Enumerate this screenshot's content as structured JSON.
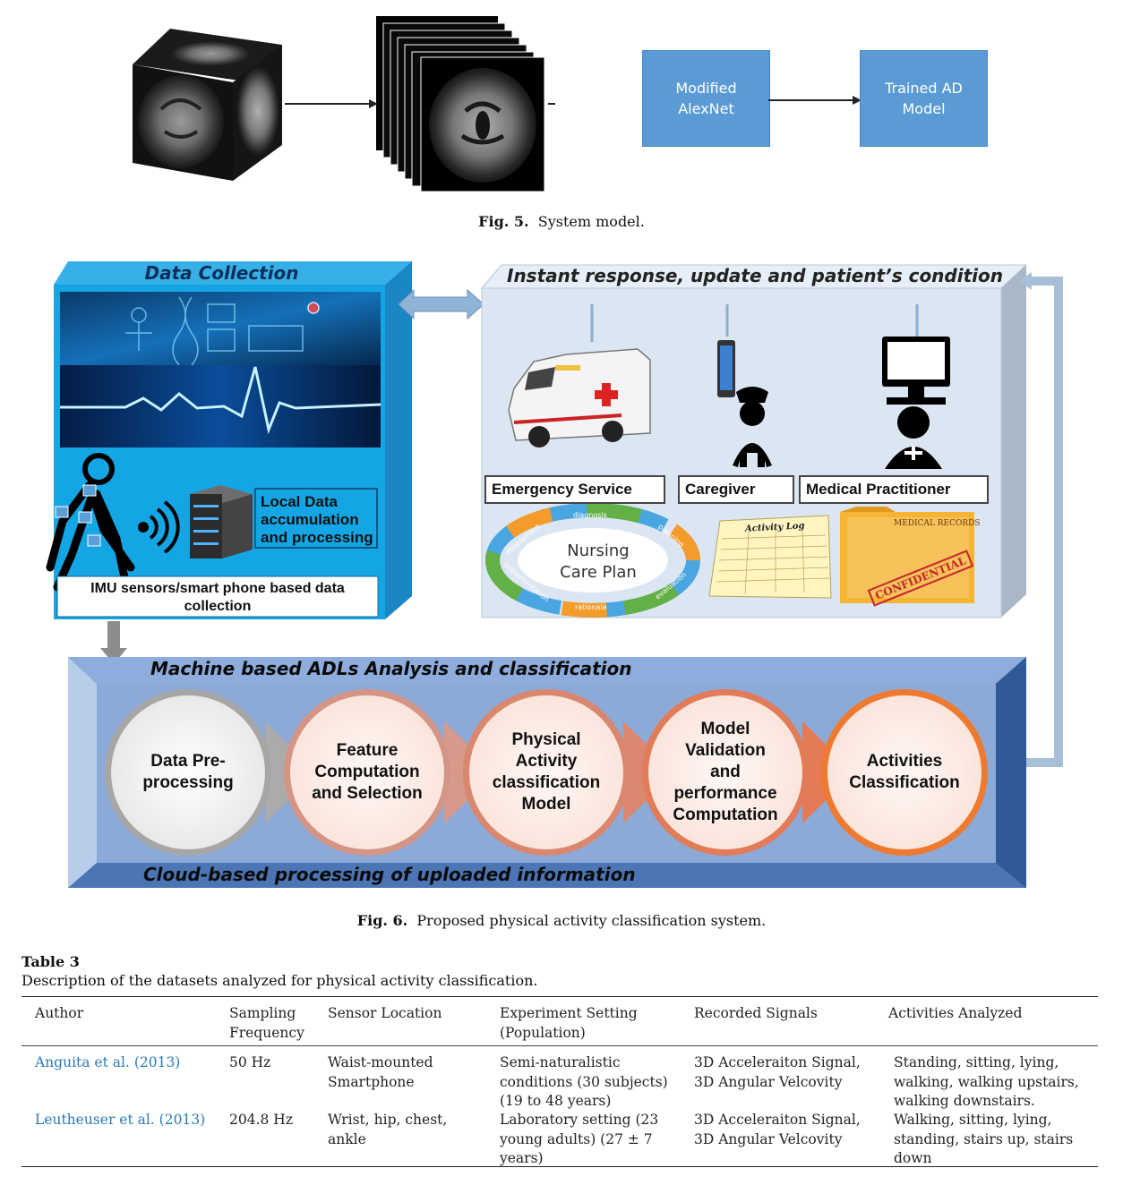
{
  "fig5": {
    "box1": [
      "Modified",
      "AlexNet"
    ],
    "box2": [
      "Trained AD",
      "Model"
    ],
    "caption_label": "Fig. 5.",
    "caption_text": "System model."
  },
  "fig6": {
    "data_collection_title": "Data Collection",
    "local_data": [
      "Local Data",
      "accumulation",
      "and processing"
    ],
    "imu_caption": [
      "IMU sensors/smart phone based data",
      "collection"
    ],
    "instant_title": "Instant response, update and patient’s condition",
    "emergency": "Emergency Service",
    "caregiver": "Caregiver",
    "practitioner": "Medical Practitioner",
    "nursing": [
      "Nursing",
      "Care Plan"
    ],
    "ring_words": [
      "diagnosis",
      "planning",
      "evaluation",
      "rationale",
      "implementation",
      "assessment"
    ],
    "activity_log": "Activity Log",
    "medical_records": "MEDICAL RECORDS",
    "confidential": "CONFIDENTIAL",
    "ml_title": "Machine based ADLs Analysis and classification",
    "cloud_title": "Cloud-based processing of uploaded information",
    "steps": [
      [
        "Data Pre-",
        "processing"
      ],
      [
        "Feature",
        "Computation",
        "and Selection"
      ],
      [
        "Physical",
        "Activity",
        "classification",
        "Model"
      ],
      [
        "Model",
        "Validation",
        "and",
        "performance",
        "Computation"
      ],
      [
        "Activities",
        "Classification"
      ]
    ],
    "caption_label": "Fig. 6.",
    "caption_text": "Proposed physical activity classification system."
  },
  "table3": {
    "label": "Table 3",
    "description": "Description of the datasets analyzed for physical activity classification.",
    "headers": [
      [
        "Author"
      ],
      [
        "Sampling",
        "Frequency"
      ],
      [
        "Sensor Location"
      ],
      [
        "Experiment Setting",
        "(Population)"
      ],
      [
        "Recorded Signals"
      ],
      [
        "Activities Analyzed"
      ]
    ],
    "rows": [
      [
        [
          "Anguita et al. (2013)"
        ],
        [
          "50 Hz"
        ],
        [
          "Waist-mounted",
          "Smartphone"
        ],
        [
          "Semi-naturalistic",
          "conditions (30 subjects)",
          "(19 to 48 years)"
        ],
        [
          "3D Acceleraiton Signal,",
          "3D Angular Velcovity"
        ],
        [
          "Standing, sitting, lying,",
          "walking, walking upstairs,",
          "walking downstairs."
        ]
      ],
      [
        [
          "Leutheuser et al. (2013)"
        ],
        [
          "204.8 Hz"
        ],
        [
          "Wrist, hip, chest,",
          "ankle"
        ],
        [
          "Laboratory setting (23",
          "young adults) (27 ± 7",
          "years)"
        ],
        [
          "3D Acceleraiton Signal,",
          "3D Angular Velcovity"
        ],
        [
          "Walking, sitting, lying,",
          "standing, stairs up, stairs",
          "down"
        ]
      ]
    ]
  }
}
